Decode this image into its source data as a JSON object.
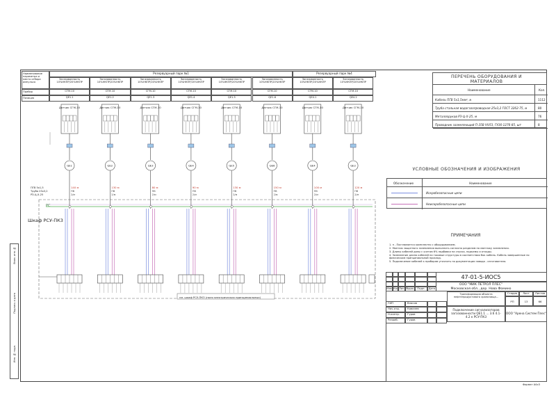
{
  "header": {
    "param_label": "Наименование параметра и место отбора импульса",
    "device_label": "Прибор",
    "position_label": "Позиция",
    "group1_title": "Резервуарный парк №1",
    "group2_title": "Резервуарный парк №4",
    "columns": [
      {
        "desc": "Загазованность 10%НКПР/20%НКПР",
        "device": "СГМ-10",
        "pos": "QE1.1"
      },
      {
        "desc": "Загазованность 10%НКПР/20%НКПР",
        "device": "СГМ-10",
        "pos": "QE1.2"
      },
      {
        "desc": "Загазованность 10%НКПР/20%НКПР",
        "device": "СГМ-10",
        "pos": "QE1.3"
      },
      {
        "desc": "Загазованность 10%НКПР/20%НКПР",
        "device": "СГМ-10",
        "pos": "QE1.4"
      },
      {
        "desc": "Загазованность 10%НКПР/20%НКПР",
        "device": "СГМ-10",
        "pos": "QE1.5"
      },
      {
        "desc": "Загазованность 10%НКПР/20%НКПР",
        "device": "СГМ-10",
        "pos": "QE1.6"
      },
      {
        "desc": "Загазованность 10%НКПР/20%НКПР",
        "device": "СГМ-10",
        "pos": "QE4.1"
      },
      {
        "desc": "Загазованность 10%НКПР/20%НКПР",
        "device": "СГМ-10",
        "pos": "QE4.2"
      }
    ]
  },
  "sensors": [
    {
      "title": "Датчик СГМ-10",
      "circle": "QE1",
      "length": "140 м",
      "cable": "ПВ",
      "wire": "2/м"
    },
    {
      "title": "Датчик СГМ-10",
      "circle": "QE2",
      "length": "130 м",
      "cable": "ПВ",
      "wire": "2/м"
    },
    {
      "title": "Датчик СГМ-10",
      "circle": "QE3",
      "length": "80 м",
      "cable": "ПВ",
      "wire": "2/м"
    },
    {
      "title": "Датчик СГМ-10",
      "circle": "QE4",
      "length": "90 м",
      "cable": "ПВ",
      "wire": "2/м"
    },
    {
      "title": "Датчик СГМ-10",
      "circle": "QE5",
      "length": "130 м",
      "cable": "ПВ",
      "wire": "2/м"
    },
    {
      "title": "Датчик СГМ-10",
      "circle": "QE6",
      "length": "150 м",
      "cable": "ПВ",
      "wire": "2/м"
    },
    {
      "title": "Датчик СГМ-10",
      "circle": "QE4",
      "length": "100 м",
      "cable": "ПВ",
      "wire": "2/м"
    },
    {
      "title": "Датчик СГМ-10",
      "circle": "QE2",
      "length": "120 м",
      "cable": "ПВ",
      "wire": "2/м"
    }
  ],
  "cable_labels": {
    "line1": "ПГВ 5х1,5",
    "line2": "Труба 25х3,2",
    "line3": "РЗ-Ц-Х-25"
  },
  "bus_label": "РС",
  "cabinet_label": "Шкаф РСУ-ПК3",
  "cabinet_note": "см. шкаф РСУ-ПК3 (поля электрических принципиальных)",
  "equipment": {
    "title": "ПЕРЕЧЕНЬ ОБОРУДОВАНИЯ И МАТЕРИАЛОВ",
    "col_name": "Наименование",
    "col_qty": "Кол.",
    "rows": [
      {
        "name": "Кабель ПГВ 5х1,5мм², м",
        "qty": "1112"
      },
      {
        "name": "Труба стальная водогазопроводная 25х3,2  ГОСТ 3262-75, м",
        "qty": "80"
      },
      {
        "name": "Металлорукав РЗ-Ц-Х-25, м",
        "qty": "76"
      },
      {
        "name": "Проводник заземляющий П-35В УХЛ3,  ГУ36-1276-85, шт",
        "qty": "8"
      }
    ]
  },
  "legend": {
    "title": "УСЛОВНЫЕ ОБОЗНАЧЕНИЯ И ИЗОБРАЖЕНИЯ",
    "col_sym": "Обозначение",
    "col_name": "Наименование",
    "rows": [
      {
        "name": "Искробезопасные цепи",
        "color": "#7b8ee0"
      },
      {
        "name": "Неискробезопасные цепи",
        "color": "#c76fb8"
      }
    ]
  },
  "notes": {
    "title": "ПРИМЕЧАНИЯ",
    "items": [
      "1. п - Поставляется комплектно с оборудованием.",
      "2. Монтаж защитного заземления выполнить согласно разделам по монтажу заземления.",
      "3. Длины кабелей даны с учетом 6% надбавки на спуски, подъемы и отходы.",
      "4. Заземление длина кабелей на токовые структуры в соответствии бок кабель. Кабель завершенные по физическим принципиальной проклад.",
      "5. Подключение кабелей к приборам уточнить по документации завода - изготовителя."
    ]
  },
  "stamp": {
    "code": "47-01-5-ИОС5",
    "company": "ООО \"МИК ПЕТРОЛ ПЛЕС\"",
    "address": "Московская обл., дер. Нова Фомино",
    "description": "Трансформация объекта нефтепродуктового хранилища...",
    "sheet_title": "Подключение сигнализаторов загазованности QE1.1 ... 3.6 4.1-4.2 к РСУ-ПК3",
    "stage": "РП",
    "sheet": "13",
    "sheets": "66",
    "org": "ООО \"Арена Систем Плес\"",
    "col_labels": [
      "Изм.",
      "Кол.уч",
      "Лист",
      "№док.",
      "Подп.",
      "Дата"
    ],
    "stage_label": "Стадия",
    "sheet_label": "Лист",
    "sheets_label": "Листов",
    "roles": [
      {
        "role": "ГИП",
        "name": "Власов"
      },
      {
        "role": "Нач.отд.",
        "name": "Ковалев"
      },
      {
        "role": "Н.контр.",
        "name": "Гуров"
      },
      {
        "role": "Разраб.",
        "name": "Гуров"
      }
    ],
    "format": "Формат А4х3"
  },
  "side_labels": [
    "Взам. инв. №",
    "Подпись и дата",
    "Инв. № подл."
  ]
}
